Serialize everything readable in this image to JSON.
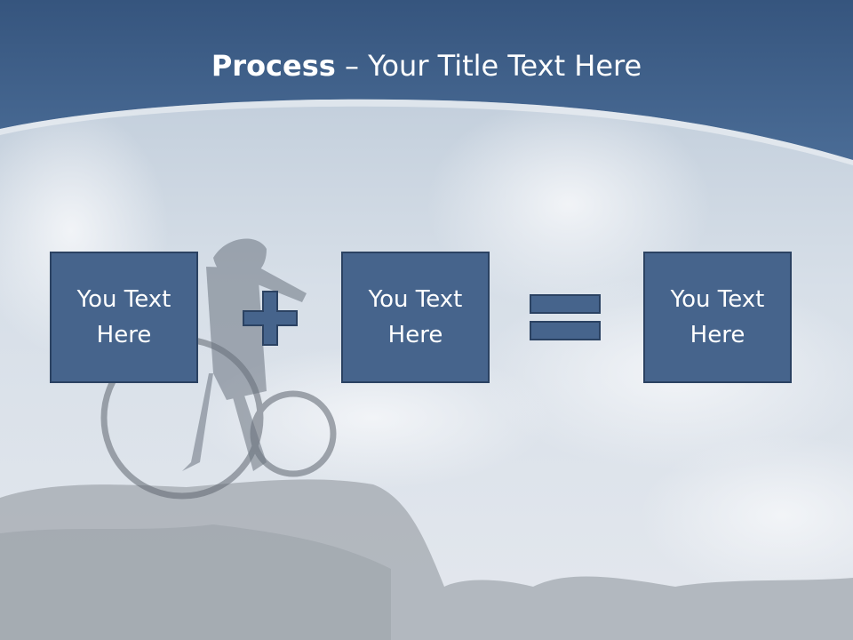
{
  "slide": {
    "title_bold": "Process",
    "title_rest": " – Your Title Text Here"
  },
  "boxes": [
    {
      "text": "You Text Here"
    },
    {
      "text": "You Text Here"
    },
    {
      "text": "You Text Here"
    }
  ],
  "operators": {
    "plus": "plus-icon",
    "equals": "equals-icon"
  },
  "colors": {
    "header": "#3e5f8a",
    "box_fill": "#46648c",
    "box_border": "#2b4262",
    "text": "#ffffff"
  }
}
